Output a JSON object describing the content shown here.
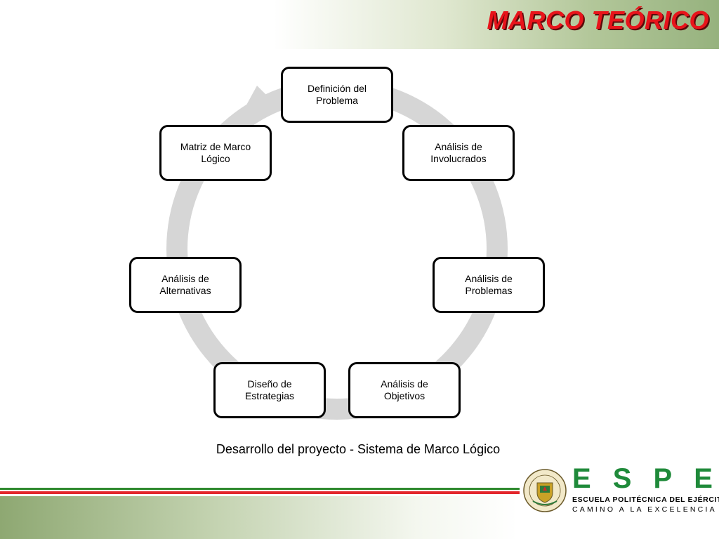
{
  "slide": {
    "title": "MARCO TEÓRICO",
    "caption": "Desarrollo del proyecto - Sistema de Marco Lógico"
  },
  "cycle": {
    "nodes": [
      {
        "line1": "Definición del",
        "line2": "Problema"
      },
      {
        "line1": "Análisis de",
        "line2": "Involucrados"
      },
      {
        "line1": "Análisis de",
        "line2": "Problemas"
      },
      {
        "line1": "Análisis de",
        "line2": "Objetivos"
      },
      {
        "line1": "Diseño de",
        "line2": "Estrategias"
      },
      {
        "line1": "Análisis de",
        "line2": "Alternativas"
      },
      {
        "line1": "Matriz de Marco",
        "line2": "Lógico"
      }
    ]
  },
  "branding": {
    "wordmark": [
      "E",
      "S",
      "P",
      "E"
    ],
    "name": "ESCUELA POLITÉCNICA DEL EJÉRCITO",
    "motto": "CAMINO A LA EXCELENCIA"
  },
  "colors": {
    "title": "#e8141b",
    "brand_green": "#1f8a3a",
    "cycle_arrow": "#d6d6d6",
    "rule_red": "#e3262c",
    "rule_green": "#2f8a2f"
  }
}
